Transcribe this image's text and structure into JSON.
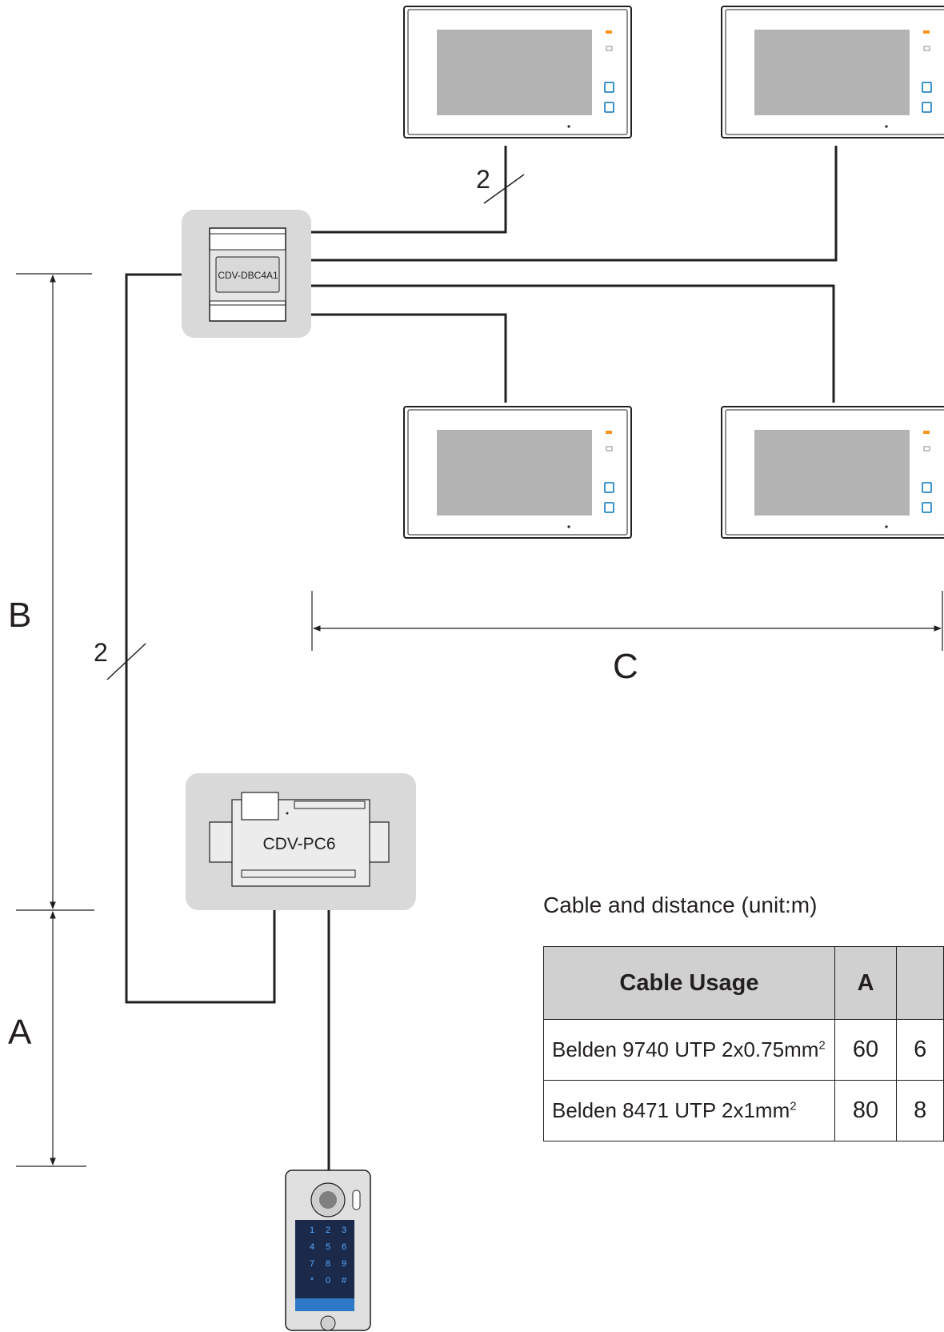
{
  "distributor": {
    "model": "CDV-DBC4A1"
  },
  "power_supply": {
    "model": "CDV-PC6"
  },
  "wire_count_monitor": "2",
  "wire_count_bus": "2",
  "dimensions": {
    "A": "A",
    "B": "B",
    "C": "C"
  },
  "door_station": {
    "keys": [
      "1",
      "2",
      "3",
      "4",
      "5",
      "6",
      "7",
      "8",
      "9",
      "*",
      "0",
      "#"
    ]
  },
  "colors": {
    "line": "#231f20",
    "panel_bg": "#d9d9d9",
    "screen": "#b3b3b3",
    "header_bg": "#d0d0d0",
    "led_orange": "#f7941d",
    "icon_blue": "#0072bc"
  },
  "table": {
    "caption": "Cable and distance (unit:m)",
    "headers": [
      "Cable Usage",
      "A",
      ""
    ],
    "rows": [
      {
        "usage": "Belden 9740 UTP 2x0.75mm",
        "sup": "2",
        "A": "60",
        "B": "6"
      },
      {
        "usage": "Belden 8471 UTP 2x1mm",
        "sup": "2",
        "A": "80",
        "B": "8"
      }
    ]
  }
}
